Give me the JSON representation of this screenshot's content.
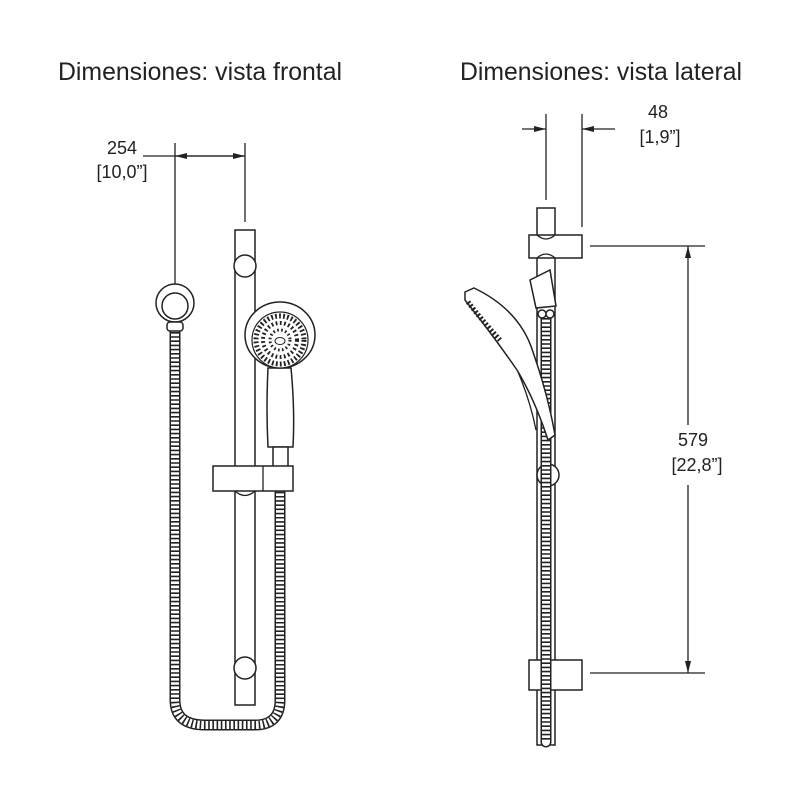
{
  "front_view": {
    "title": "Dimensiones: vista frontal",
    "dimension": {
      "mm": "254",
      "inches": "[10,0”]"
    }
  },
  "side_view": {
    "title": "Dimensiones: vista lateral",
    "width_dimension": {
      "mm": "48",
      "inches": "[1,9”]"
    },
    "height_dimension": {
      "mm": "579",
      "inches": "[22,8”]"
    }
  }
}
